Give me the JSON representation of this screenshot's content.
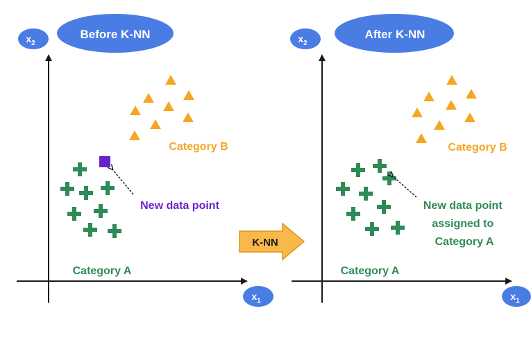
{
  "colors": {
    "axis": "#1a1a1a",
    "bubble": "#4a7de3",
    "category_a": "#2e8b57",
    "category_b": "#f5a623",
    "new_point": "#6a21c9",
    "arrow_fill": "#f8b84a",
    "arrow_stroke": "#e0931f"
  },
  "left_panel": {
    "title": "Before K-NN",
    "x_axis_label": "x",
    "x_axis_sub": "1",
    "y_axis_label": "x",
    "y_axis_sub": "2",
    "category_a_label": "Category A",
    "category_b_label": "Category B",
    "new_point_label": "New data point"
  },
  "right_panel": {
    "title": "After K-NN",
    "x_axis_label": "x",
    "x_axis_sub": "1",
    "y_axis_label": "x",
    "y_axis_sub": "2",
    "category_a_label": "Category A",
    "category_b_label": "Category B",
    "assigned_label_lines": [
      "New data point",
      "assigned to",
      "Category A"
    ]
  },
  "transition": {
    "label": "K-NN",
    "icon": "right-arrow-icon"
  },
  "legend_icons": {
    "category_a": "plus-icon",
    "category_b": "triangle-icon",
    "new_point": "square-icon"
  }
}
